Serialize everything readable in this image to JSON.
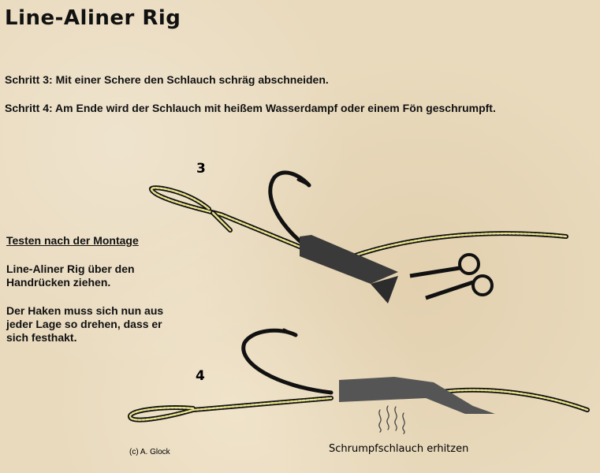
{
  "title": "Line-Aliner Rig",
  "steps": [
    "Schritt 3: Mit einer Schere den Schlauch schräg abschneiden.",
    "Schritt 4: Am Ende wird der Schlauch mit heißem Wasserdampf oder einem Fön geschrumpft."
  ],
  "sidebar": {
    "heading": "Testen nach der Montage",
    "para1": "Line-Aliner Rig über den Handrücken ziehen.",
    "para2": "Der Haken muss sich nun aus jeder Lage so drehen, dass er sich festhakt."
  },
  "illustration": {
    "label_3": "3",
    "label_4": "4",
    "caption": "Schrumpfschlauch erhitzen",
    "copyright": "(c) A. Glock"
  }
}
